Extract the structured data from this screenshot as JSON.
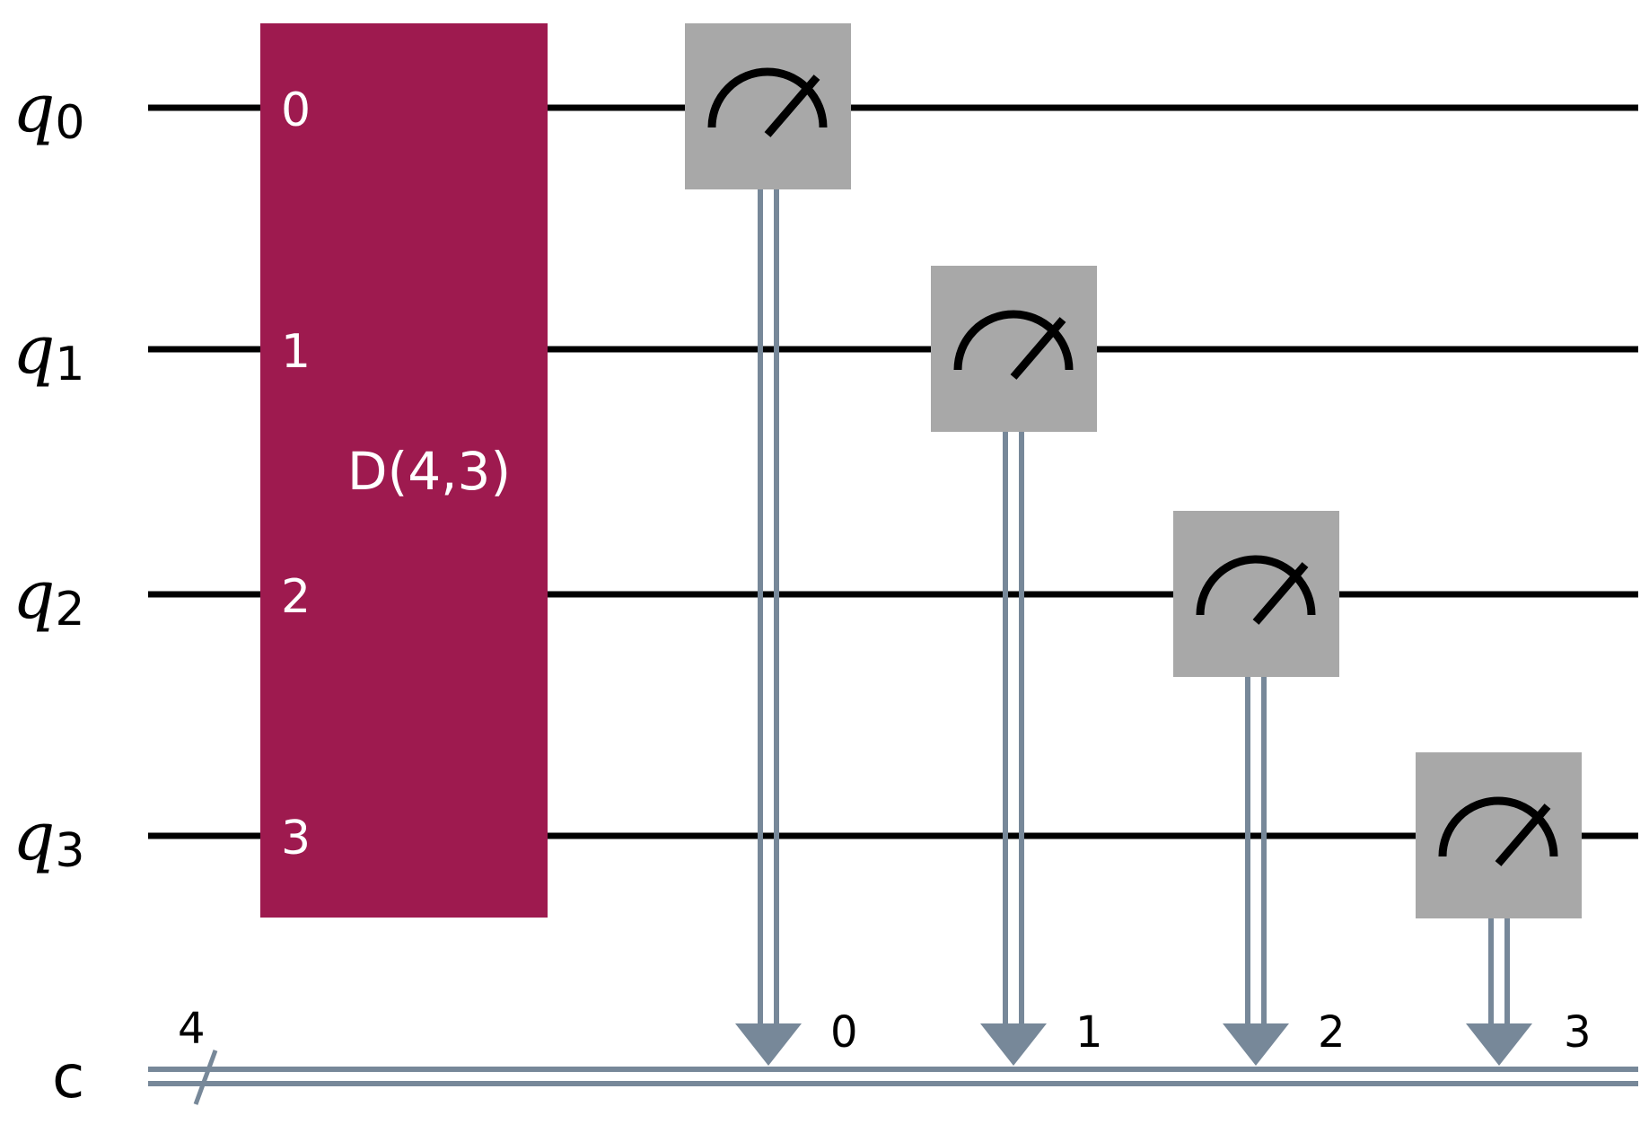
{
  "colors": {
    "background": "#ffffff",
    "wire": "#000000",
    "classical_wire": "#778899",
    "gate_fill": "#9e1a4f",
    "gate_text": "#ffffff",
    "measure_fill": "#a8a8a8",
    "measure_stroke": "#000000"
  },
  "qubits": [
    {
      "label": "q",
      "sub": "0"
    },
    {
      "label": "q",
      "sub": "1"
    },
    {
      "label": "q",
      "sub": "2"
    },
    {
      "label": "q",
      "sub": "3"
    }
  ],
  "classical_register": {
    "label": "c",
    "size": "4"
  },
  "gate": {
    "name": "D(4,3)",
    "pins": [
      "0",
      "1",
      "2",
      "3"
    ]
  },
  "measurements": [
    {
      "qubit": 0,
      "bit": "0"
    },
    {
      "qubit": 1,
      "bit": "1"
    },
    {
      "qubit": 2,
      "bit": "2"
    },
    {
      "qubit": 3,
      "bit": "3"
    }
  ]
}
